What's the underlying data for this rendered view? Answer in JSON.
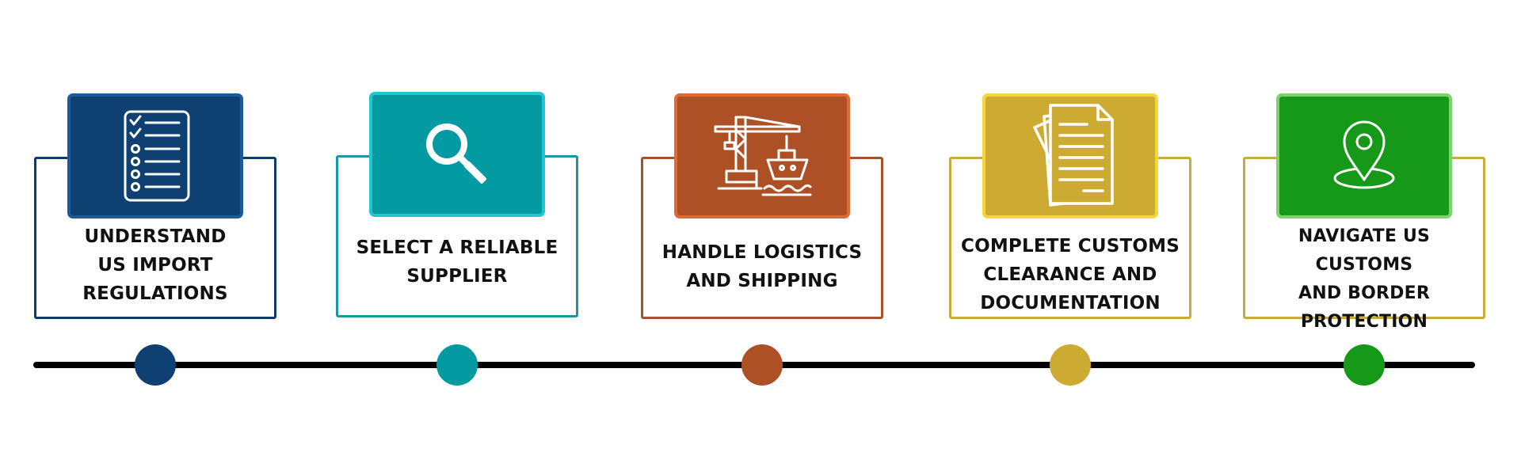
{
  "steps": [
    {
      "label": "UNDERSTAND\nUS IMPORT\nREGULATIONS",
      "icon": "checklist-icon",
      "color": "#0e4172",
      "border_color": "#0d3c6b",
      "icon_border_color": "#1b5b9a"
    },
    {
      "label": "SELECT A RELIABLE\nSUPPLIER",
      "icon": "magnifying-glass-icon",
      "color": "#049aa1",
      "border_color": "#1a97a0",
      "icon_border_color": "#22c6d0"
    },
    {
      "label": "HANDLE LOGISTICS\nAND SHIPPING",
      "icon": "port-crane-ship-icon",
      "color": "#ae5026",
      "border_color": "#a3522e",
      "icon_border_color": "#e06a35"
    },
    {
      "label": "COMPLETE CUSTOMS\nCLEARANCE AND\nDOCUMENTATION",
      "icon": "documents-icon",
      "color": "#cdab32",
      "border_color": "#c9ab3e",
      "icon_border_color": "#f6d63c"
    },
    {
      "label": "NAVIGATE US CUSTOMS\nAND BORDER\nPROTECTION",
      "icon": "location-pin-icon",
      "color": "#169918",
      "border_color": "#c9ab3e",
      "icon_border_color": "#7bd36a"
    }
  ],
  "timeline": {
    "line_color": "#000000"
  }
}
